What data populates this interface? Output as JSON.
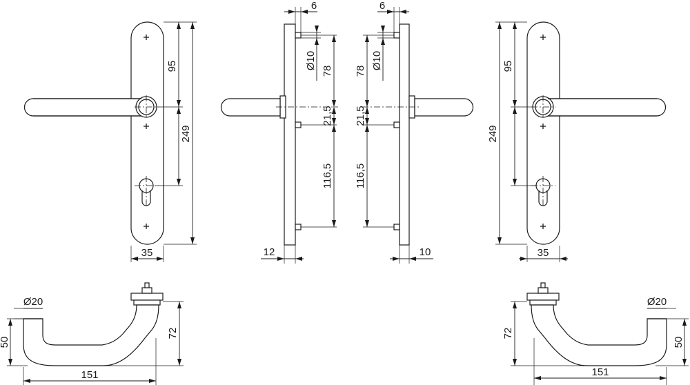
{
  "drawing": {
    "front_left": {
      "dim_upper": "95",
      "dim_total": "249",
      "dim_width": "35"
    },
    "side_left": {
      "dim_top": "6",
      "dim_hole": "Ø10",
      "dim_78": "78",
      "dim_21": "21,5",
      "dim_116": "116,5",
      "dim_thickness": "12"
    },
    "side_right": {
      "dim_top": "6",
      "dim_hole": "Ø10",
      "dim_78": "78",
      "dim_21": "21,5",
      "dim_116": "116,5",
      "dim_thickness": "10"
    },
    "front_right": {
      "dim_upper": "95",
      "dim_total": "249",
      "dim_width": "35"
    },
    "top_left": {
      "dim_diameter": "Ø20",
      "dim_height_left": "50",
      "dim_height_right": "72",
      "dim_length": "151"
    },
    "top_right": {
      "dim_diameter": "Ø20",
      "dim_height_left": "72",
      "dim_height_right": "50",
      "dim_length": "151"
    }
  }
}
